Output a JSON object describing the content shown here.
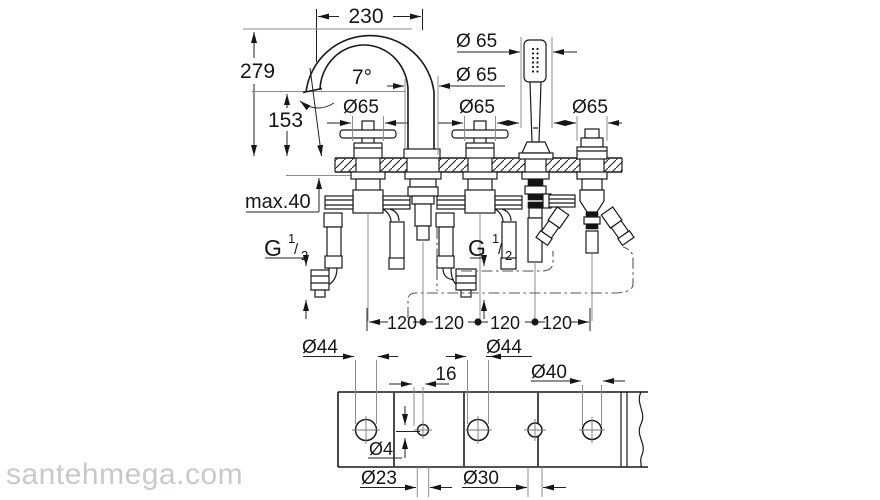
{
  "watermark": {
    "text": "santehmega.com"
  },
  "front_view": {
    "spout_reach": "230",
    "spout_height": "279",
    "outlet_height": "153",
    "spout_angle": "7°",
    "handshower_head_dia": "Ø 65",
    "spout_escutcheon_dia": "Ø 65",
    "handle1_dia": "Ø65",
    "handle2_dia": "Ø65",
    "diverter_dia": "Ø65",
    "max_deck_thickness": "max.40",
    "thread": {
      "letter": "G",
      "numerator": "1",
      "slash": "/",
      "denominator": "2"
    },
    "hole_spacing": [
      "120",
      "120",
      "120",
      "120"
    ]
  },
  "plan_view": {
    "hole1_dia": "Ø44",
    "pin_offset": "16",
    "hole3_dia": "Ø44",
    "hole5_dia": "Ø40",
    "pin_dia": "Ø4",
    "hole2_dia": "Ø23",
    "hole4_dia": "Ø30"
  },
  "colors": {
    "line": "#1a1a1a",
    "aux": "#8d8d8d",
    "watermark": "#c7cacb"
  }
}
